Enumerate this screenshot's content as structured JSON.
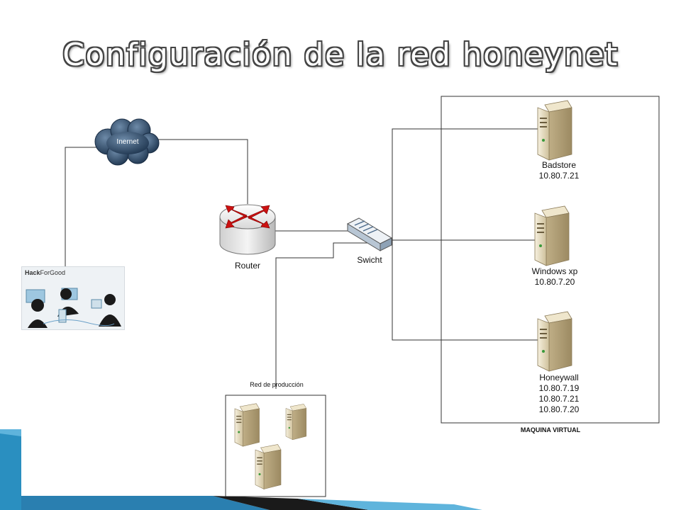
{
  "slide": {
    "title": "Configuración de la red honeynet"
  },
  "nodes": {
    "internet": {
      "label": "Inernet"
    },
    "router": {
      "label": "Router"
    },
    "switch": {
      "label": "Swicht"
    },
    "badstore": {
      "label": "Badstore",
      "ip": "10.80.7.21"
    },
    "windows": {
      "label": "Windows xp",
      "ip": "10.80.7.20"
    },
    "honeywall": {
      "label": "Honeywall",
      "ips": [
        "10.80.7.19",
        "10.80.7.21",
        "10.80.7.20"
      ]
    },
    "attacker": {
      "logo_bold": "Hack",
      "logo_rest": "ForGood"
    }
  },
  "groups": {
    "production": {
      "label": "Red de producción"
    },
    "virtual": {
      "label": "MAQUINA VIRTUAL"
    }
  },
  "colors": {
    "cloud": "#2e4a66",
    "router_arrows": "#cc1111",
    "server_body": "#e9dfc4",
    "accent_bar": "#2a8fc0"
  },
  "icons": [
    "cloud-icon",
    "router-icon",
    "switch-icon",
    "server-icon",
    "hackers-icon"
  ]
}
